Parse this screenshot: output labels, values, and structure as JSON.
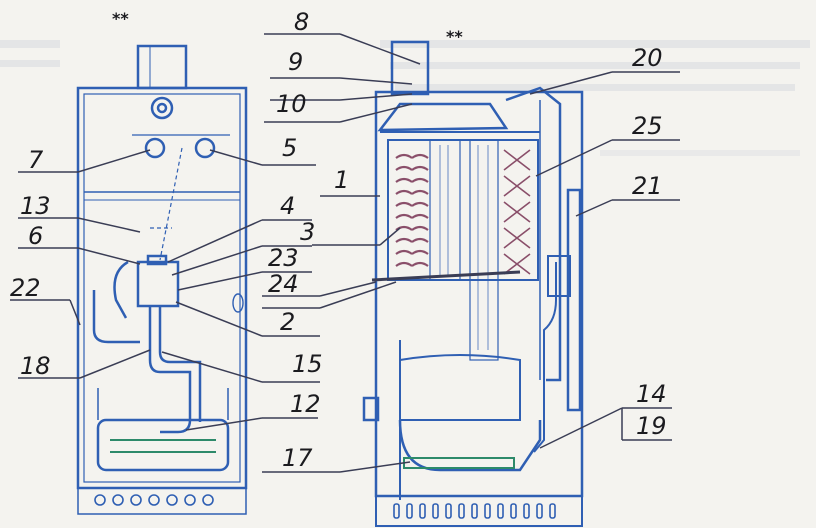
{
  "diagram": {
    "stars_left": "**",
    "stars_right": "**",
    "callouts": {
      "c1": "1",
      "c2": "2",
      "c3": "3",
      "c4": "4",
      "c5": "5",
      "c6": "6",
      "c7": "7",
      "c8": "8",
      "c9": "9",
      "c10": "10",
      "c12": "12",
      "c13": "13",
      "c14": "14",
      "c15": "15",
      "c17": "17",
      "c18": "18",
      "c19": "19",
      "c20": "20",
      "c21": "21",
      "c22": "22",
      "c23": "23",
      "c24": "24",
      "c25": "25"
    },
    "colors": {
      "outline": "#2f5fb3",
      "leader": "#3a3d55",
      "coil": "#8a4f6a",
      "ink": "#1b1b1f",
      "burner": "#2d8a6a"
    }
  }
}
